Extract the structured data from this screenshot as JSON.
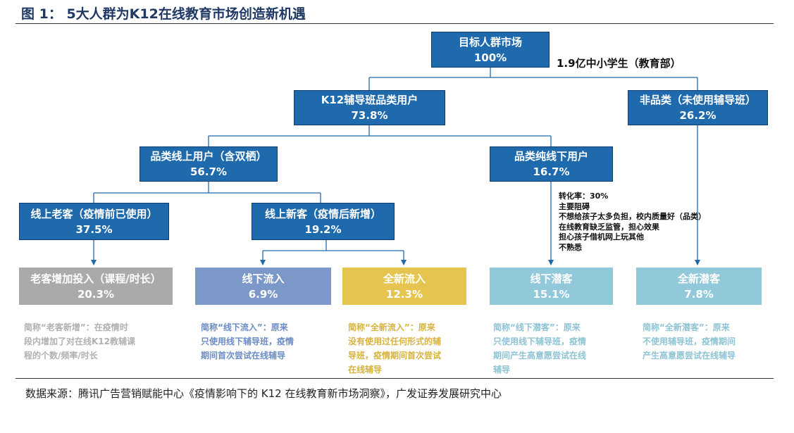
{
  "title": "图 1： 5大人群为K12在线教育市场创造新机遇",
  "root_note": "1.9亿中小学生（教育部）",
  "nodes": {
    "root": {
      "name": "目标人群市场",
      "value": "100%"
    },
    "k12": {
      "name": "K12辅导班品类用户",
      "value": "73.8%"
    },
    "non": {
      "name": "非品类（未使用辅导班）",
      "value": "26.2%"
    },
    "online": {
      "name": "品类线上用户（含双栖）",
      "value": "56.7%"
    },
    "offline": {
      "name": "品类纯线下用户",
      "value": "16.7%"
    },
    "old": {
      "name": "线上老客（疫情前已使用）",
      "value": "37.5%"
    },
    "new": {
      "name": "线上新客（疫情后新增）",
      "value": "19.2%"
    },
    "old_inc": {
      "name": "老客增加投入（课程/时长）",
      "value": "20.3%"
    },
    "offline_in": {
      "name": "线下流入",
      "value": "6.9%"
    },
    "brand_new_in": {
      "name": "全新流入",
      "value": "12.3%"
    },
    "offline_pot": {
      "name": "线下潜客",
      "value": "15.1%"
    },
    "new_pot": {
      "name": "全新潜客",
      "value": "7.8%"
    }
  },
  "conversion_info": "转化率：30%\n主要阻碍\n不想给孩子太多负担，校内质量好（品类）\n在线教育缺乏监管，担心效果\n担心孩子借机网上玩其他\n不熟悉",
  "notes": [
    "简称“老客新增”：在疫情时\n段内增加了对在线K12教辅课\n程的个数/频率/时长",
    "简称“线下流入”：原来\n只使用线下辅导班，疫情\n期间首次尝试在线辅导",
    "简称“全新流入”：原来\n没有使用过任何形式的辅\n导班，疫情期间首次尝试\n在线辅导",
    "简称“线下潜客”：原来\n只使用线下辅导班，疫情\n期间产生高意愿尝试在线\n辅导",
    "简称“全新潜客”：原来\n不使用辅导班，疫情期间\n产生高意愿尝试在线辅导"
  ],
  "source": "数据来源：腾讯广告营销赋能中心《疫情影响下的 K12 在线教育新市场洞察》，广发证券发展研究中心",
  "colors": {
    "dark_blue": "#1f6aad",
    "gray": "#aaaaaa",
    "steel_blue": "#7b98c9",
    "gold": "#e5c54f",
    "light_blue": "#92c9da",
    "title": "#1f3864"
  }
}
